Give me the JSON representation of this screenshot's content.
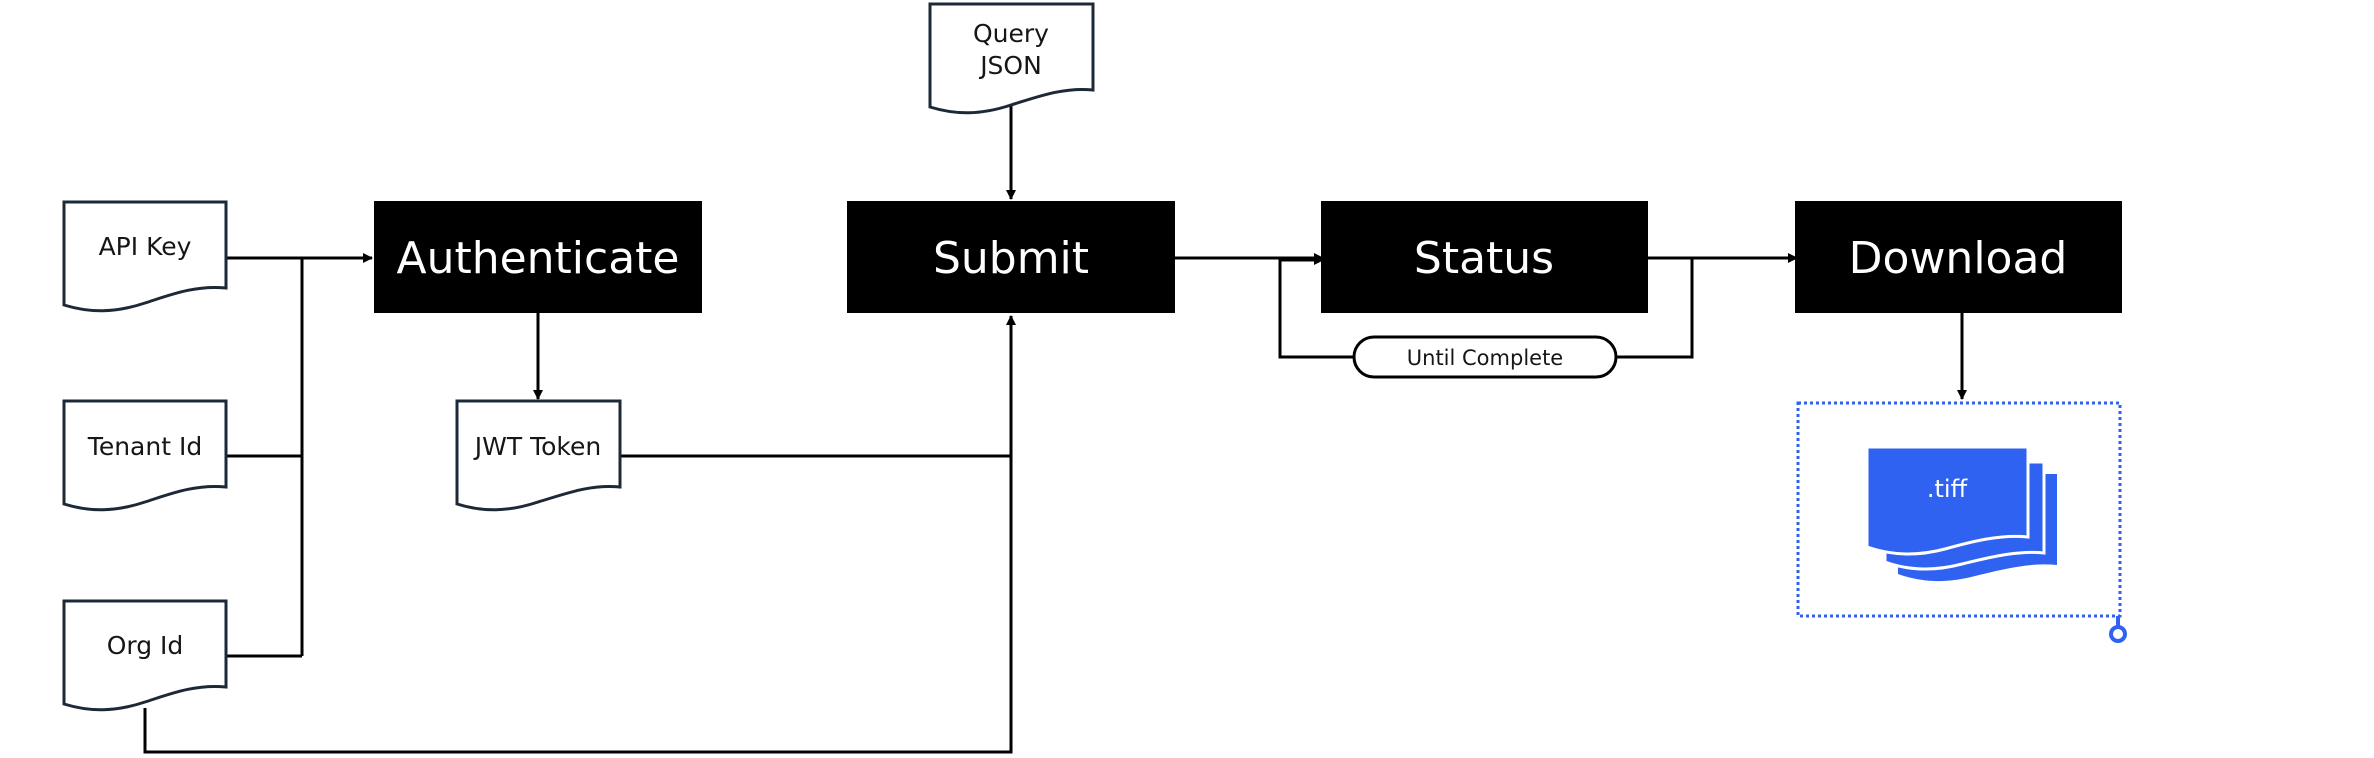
{
  "inputs": {
    "api_key": "API Key",
    "tenant_id": "Tenant Id",
    "org_id": "Org Id",
    "query_json_line1": "Query",
    "query_json_line2": "JSON",
    "jwt_token": "JWT Token"
  },
  "steps": {
    "authenticate": "Authenticate",
    "submit": "Submit",
    "status": "Status",
    "download": "Download"
  },
  "loop_label": "Until Complete",
  "output_label": ".tiff",
  "colors": {
    "process_fill": "#000000",
    "process_text": "#ffffff",
    "document_stroke": "#1c2a38",
    "connector": "#000000",
    "output_fill": "#3062f2",
    "selection": "#3062f2"
  }
}
